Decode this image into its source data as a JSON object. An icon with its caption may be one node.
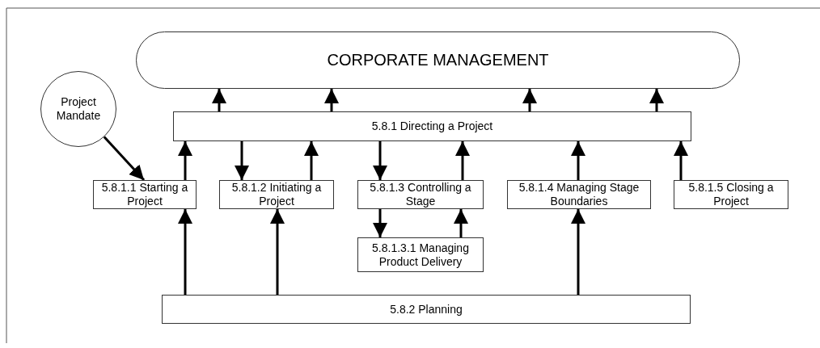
{
  "diagram": {
    "nodes": [
      {
        "text": [
          "CORPORATE MANAGEMENT"
        ]
      },
      {
        "text": [
          "Project Mandate"
        ]
      },
      {
        "text": [
          "5.8.1 Directing a Project"
        ]
      },
      {
        "text": [
          "5.8.1.1 Starting a Project"
        ]
      },
      {
        "text": [
          "5.8.1.2 Initiating a Project"
        ]
      },
      {
        "text": [
          "5.8.1.3 Controlling a Stage"
        ]
      },
      {
        "text": [
          "5.8.1.4 Managing Stage Boundaries"
        ]
      },
      {
        "text": [
          "5.8.1.5 Closing a Project"
        ]
      },
      {
        "text": [
          "5.8.1.3.1 Managing Product Delivery"
        ]
      },
      {
        "text": [
          "5.8.2 Planning"
        ]
      }
    ],
    "edges": [
      {
        "from": 2,
        "to": 0,
        "arrow": "to"
      },
      {
        "from": 2,
        "to": 0,
        "arrow": "to"
      },
      {
        "from": 2,
        "to": 0,
        "arrow": "to"
      },
      {
        "from": 2,
        "to": 0,
        "arrow": "to"
      },
      {
        "from": 1,
        "to": 3,
        "arrow": "to"
      },
      {
        "from": 3,
        "to": 2,
        "arrow": "to"
      },
      {
        "from": 2,
        "to": 4,
        "arrow": "to"
      },
      {
        "from": 4,
        "to": 2,
        "arrow": "to"
      },
      {
        "from": 2,
        "to": 5,
        "arrow": "to"
      },
      {
        "from": 5,
        "to": 2,
        "arrow": "to"
      },
      {
        "from": 6,
        "to": 2,
        "arrow": "to"
      },
      {
        "from": 7,
        "to": 2,
        "arrow": "to"
      },
      {
        "from": 5,
        "to": 8,
        "arrow": "to"
      },
      {
        "from": 8,
        "to": 5,
        "arrow": "to"
      },
      {
        "from": 9,
        "to": 3,
        "arrow": "to"
      },
      {
        "from": 9,
        "to": 4,
        "arrow": "to"
      },
      {
        "from": 9,
        "to": 6,
        "arrow": "to"
      }
    ]
  }
}
